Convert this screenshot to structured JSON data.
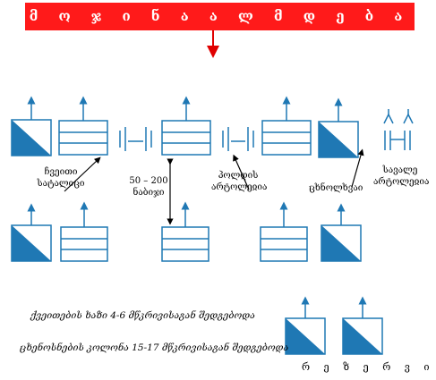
{
  "title": "მ ო ჯ ი ნ ა ა ლ მ დ ე ბ ა",
  "labels": {
    "rbc": [
      "ჩვეითი",
      "სატალიცი"
    ],
    "mid": [
      "50 – 200",
      "ნაბიჯი"
    ],
    "platelet": [
      "პოლდის",
      "არტოლეჲია"
    ],
    "neutrophil": "ცხნოლხვაი",
    "lymph": [
      "სავალე",
      "არტოლეჲია"
    ]
  },
  "legend": {
    "line1": "ქვეითების ხაზი 4-6 მწკრივისაგან შედგებოდა",
    "line2": "ცხენოსნების კოლონა 15-17 მწკრივისაგან შედგებოდა",
    "reserve": "რ ე ზ ე რ ვ ი"
  },
  "colors": {
    "accent": "#1f78b4",
    "banner": "#ff1a1a"
  }
}
